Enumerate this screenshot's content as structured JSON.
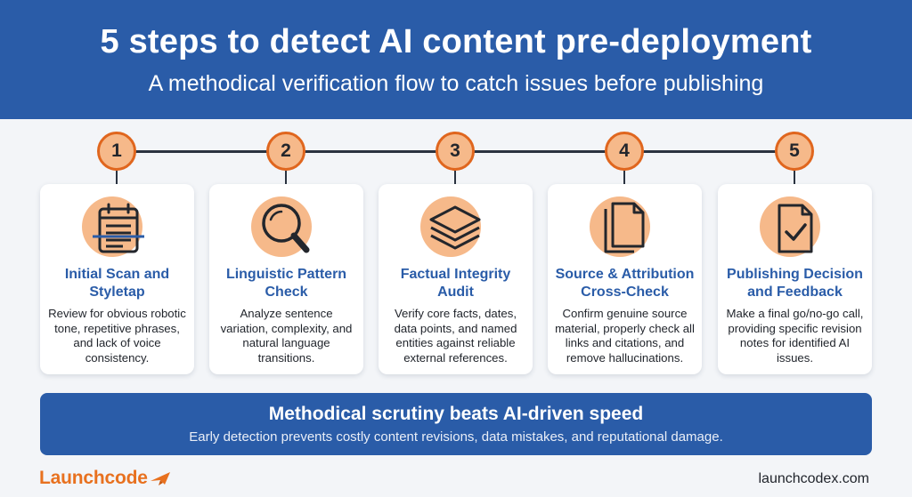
{
  "header": {
    "title": "5 steps to detect AI content pre-deployment",
    "subtitle": "A methodical verification flow to catch issues before publishing"
  },
  "steps": [
    {
      "number": "1",
      "icon": "calendar-scan-icon",
      "title": "Initial Scan and Styletap",
      "description": "Review for obvious robotic tone, repetitive phrases, and lack of voice consistency."
    },
    {
      "number": "2",
      "icon": "magnifier-icon",
      "title": "Linguistic Pattern Check",
      "description": "Analyze sentence variation, complexity, and natural language transitions."
    },
    {
      "number": "3",
      "icon": "layers-icon",
      "title": "Factual Integrity Audit",
      "description": "Verify core facts, dates, data points, and named entities against reliable external references."
    },
    {
      "number": "4",
      "icon": "documents-icon",
      "title": "Source & Attribution Cross-Check",
      "description": "Confirm genuine source material, properly check all links and citations, and remove hallucinations."
    },
    {
      "number": "5",
      "icon": "document-check-icon",
      "title": "Publishing Decision and Feedback",
      "description": "Make a final go/no-go call, providing specific revision notes for identified AI issues."
    }
  ],
  "banner": {
    "title": "Methodical scrutiny beats AI-driven speed",
    "subtitle": "Early detection prevents costly content revisions, data mistakes, and reputational damage."
  },
  "footer": {
    "logo_text": "Launchcode",
    "logo_icon": "plane-icon",
    "website": "launchcodex.com"
  },
  "colors": {
    "primary_blue": "#2a5ca8",
    "accent_orange": "#e0661e",
    "peach": "#f6b98a",
    "background": "#f3f5f8"
  }
}
